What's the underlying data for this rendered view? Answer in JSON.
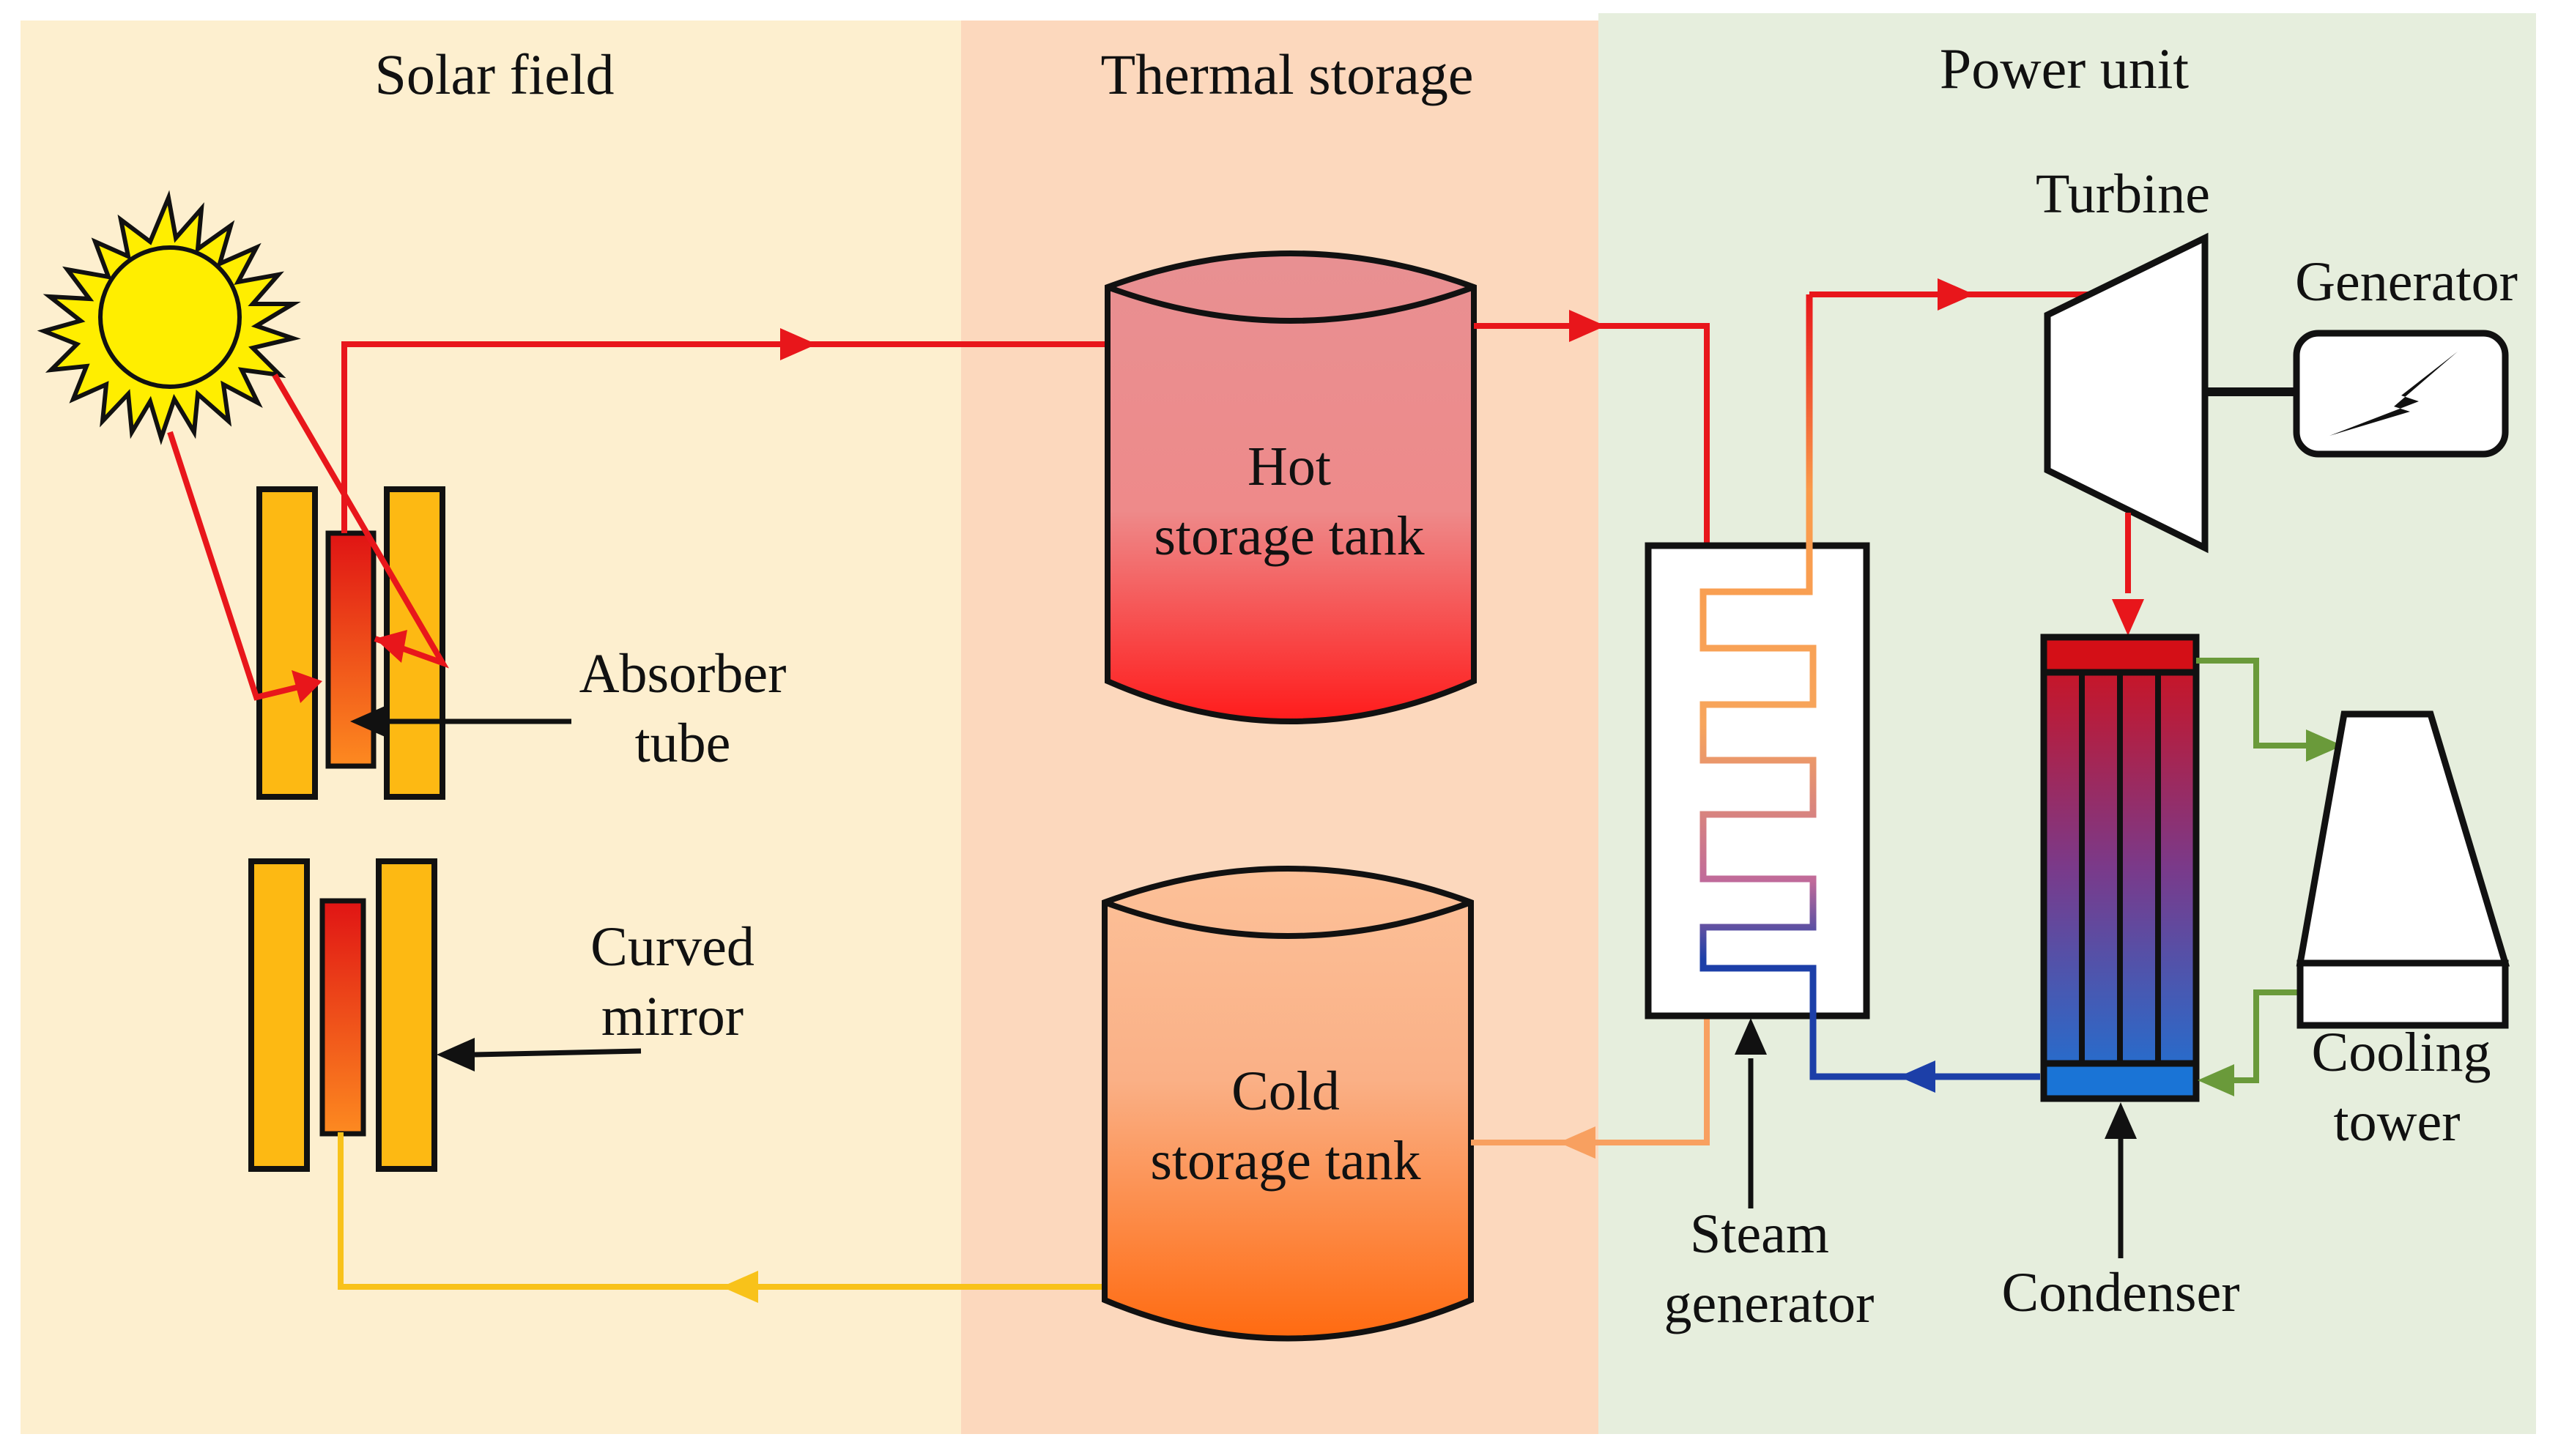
{
  "sections": {
    "solar_field": "Solar field",
    "thermal_storage": "Thermal storage",
    "power_unit": "Power unit"
  },
  "labels": {
    "absorber_tube": [
      "Absorber",
      "tube"
    ],
    "curved_mirror": [
      "Curved",
      "mirror"
    ],
    "hot_tank": [
      "Hot",
      "storage tank"
    ],
    "cold_tank": [
      "Cold",
      "storage tank"
    ],
    "turbine": "Turbine",
    "generator": "Generator",
    "steam_generator": [
      "Steam",
      "generator"
    ],
    "condenser": "Condenser",
    "cooling_tower": [
      "Cooling",
      "tower"
    ]
  },
  "colors": {
    "solar_bg": "#fdefcf",
    "storage_bg": "#fcd8bd",
    "power_bg": "#e6eedd",
    "hot_line": "#e8161b",
    "cold_line": "#f8c21a",
    "warm_line": "#f8a060",
    "blue_line": "#1c3fa8",
    "green_line": "#6a9a3a",
    "mirror": "#fdb913",
    "sun": "#ffee00"
  },
  "icons": {
    "sun": "sun-icon",
    "generator": "lightning-bolt-icon"
  }
}
